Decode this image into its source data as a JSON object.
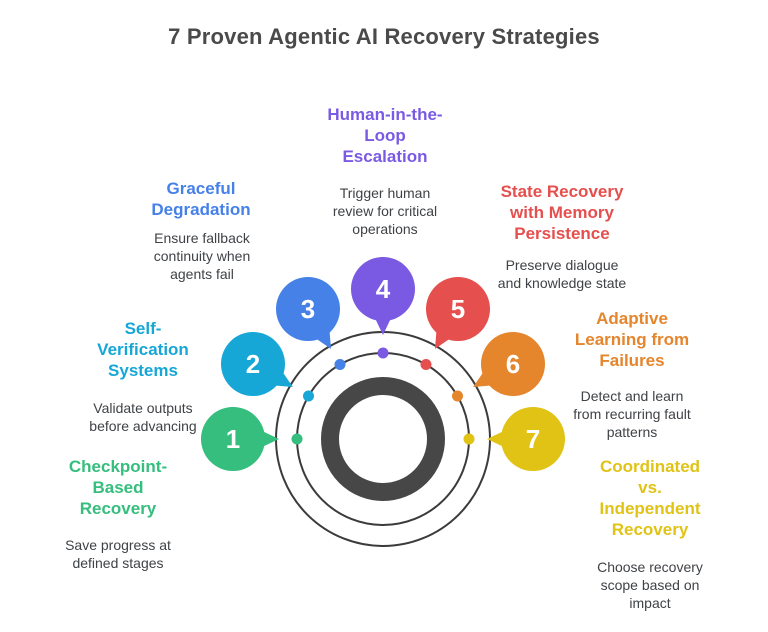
{
  "title": "7 Proven Agentic AI Recovery Strategies",
  "colors": {
    "title_text": "#4a4a4a",
    "body_text": "#3f4246",
    "orbit_stroke": "#3b3b3b",
    "center_ring": "#474747",
    "background": "#ffffff"
  },
  "strategies": [
    {
      "number": "1",
      "label": "Checkpoint-\nBased\nRecovery",
      "description": "Save progress at\ndefined stages",
      "color": "#35be7d"
    },
    {
      "number": "2",
      "label": "Self-\nVerification\nSystems",
      "description": "Validate outputs\nbefore advancing",
      "color": "#16a7d6"
    },
    {
      "number": "3",
      "label": "Graceful\nDegradation",
      "description": "Ensure fallback\ncontinuity when\nagents fail",
      "color": "#4681e8"
    },
    {
      "number": "4",
      "label": "Human-in-the-\nLoop\nEscalation",
      "description": "Trigger human\nreview for critical\noperations",
      "color": "#7a5ae2"
    },
    {
      "number": "5",
      "label": "State Recovery\nwith Memory\nPersistence",
      "description": "Preserve dialogue\nand knowledge state",
      "color": "#e54f4e"
    },
    {
      "number": "6",
      "label": "Adaptive\nLearning from\nFailures",
      "description": "Detect and learn\nfrom recurring fault\npatterns",
      "color": "#e5852c"
    },
    {
      "number": "7",
      "label": "Coordinated\nvs.\nIndependent\nRecovery",
      "description": "Choose recovery\nscope based on\nimpact",
      "color": "#e0c315"
    }
  ]
}
